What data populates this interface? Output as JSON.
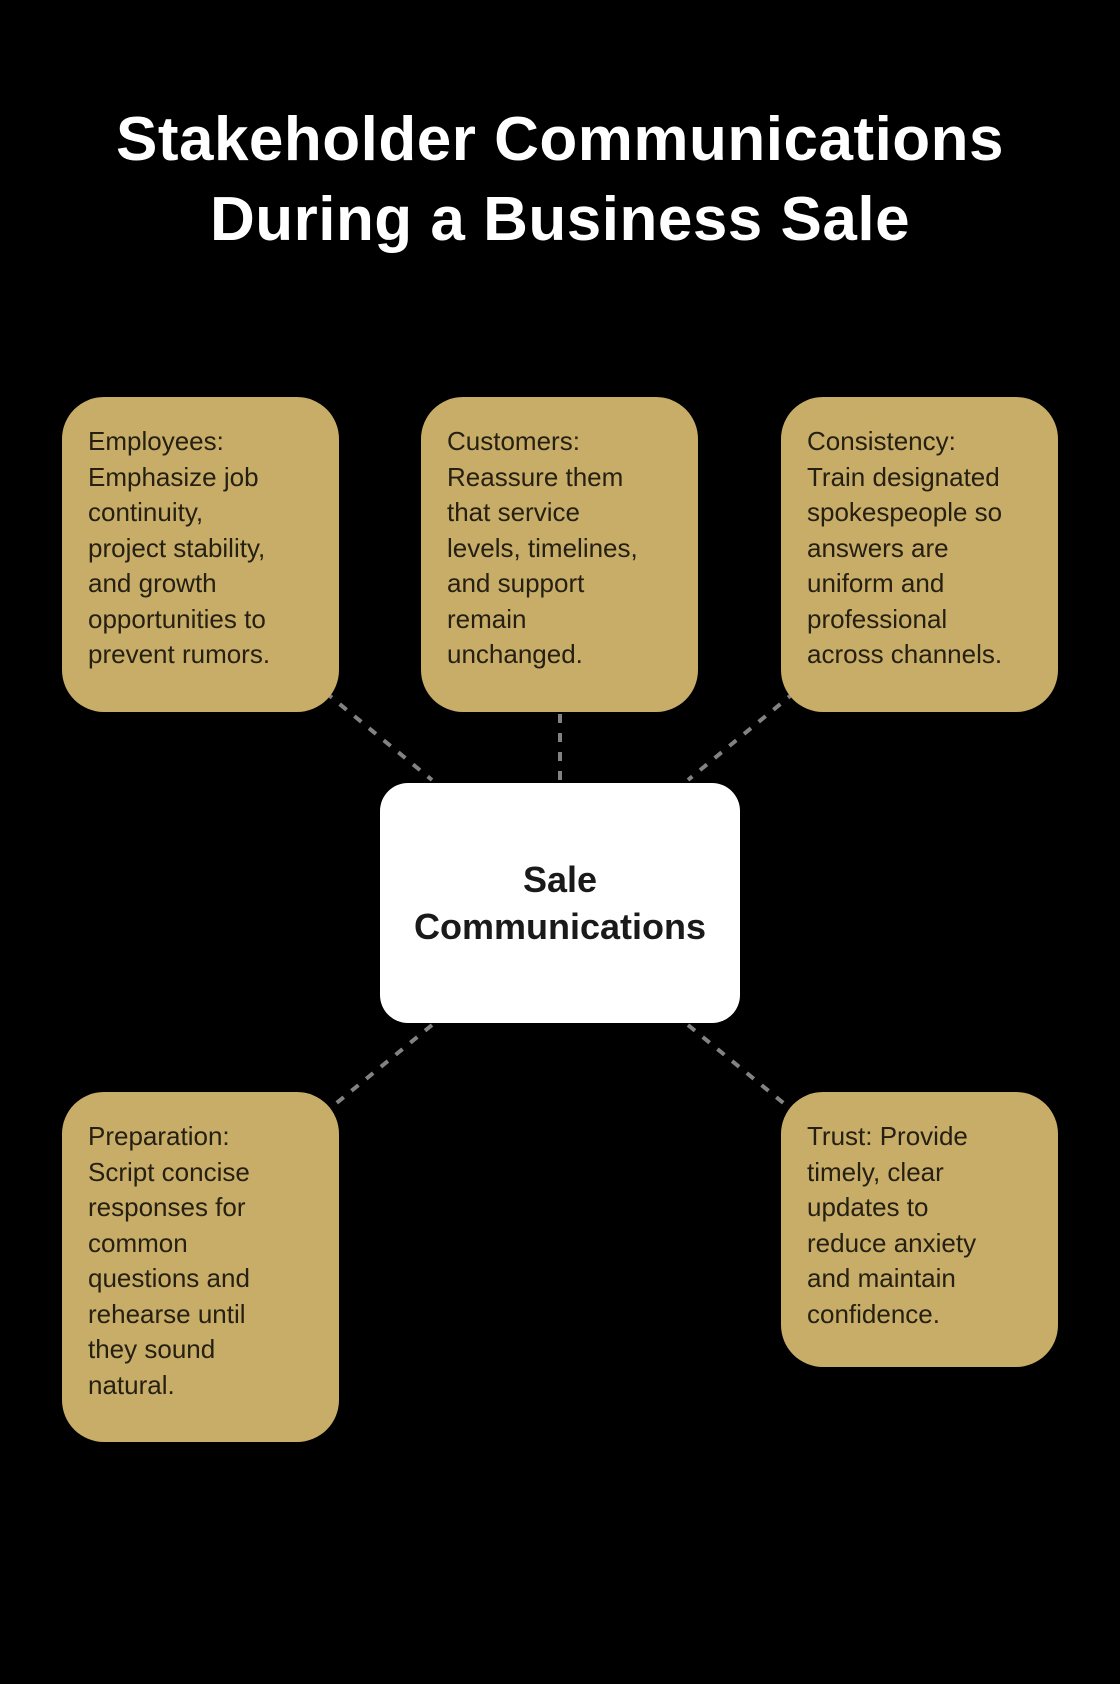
{
  "title": "Stakeholder Communications\nDuring a Business Sale",
  "center_node": {
    "label": "Sale\nCommunications"
  },
  "nodes": [
    {
      "id": "employees",
      "text": "Employees:\nEmphasize job\ncontinuity,\nproject stability,\nand growth\nopportunities to\nprevent rumors."
    },
    {
      "id": "customers",
      "text": "Customers:\nReassure them\nthat service\nlevels, timelines,\nand support\nremain\nunchanged."
    },
    {
      "id": "consistency",
      "text": "Consistency:\nTrain designated\nspokespeople so\nanswers are\nuniform and\nprofessional\nacross channels."
    },
    {
      "id": "preparation",
      "text": "Preparation:\nScript concise\nresponses for\ncommon\nquestions and\nrehearse until\nthey sound\nnatural."
    },
    {
      "id": "trust",
      "text": "Trust: Provide\ntimely, clear\nupdates to\nreduce anxiety\nand maintain\nconfidence."
    }
  ],
  "colors": {
    "background": "#000000",
    "node_fill": "#C7AD67",
    "node_text": "#262012",
    "center_fill": "#FFFFFF",
    "center_text": "#1A1A1A",
    "title_text": "#FFFFFF",
    "connector": "#828282"
  }
}
